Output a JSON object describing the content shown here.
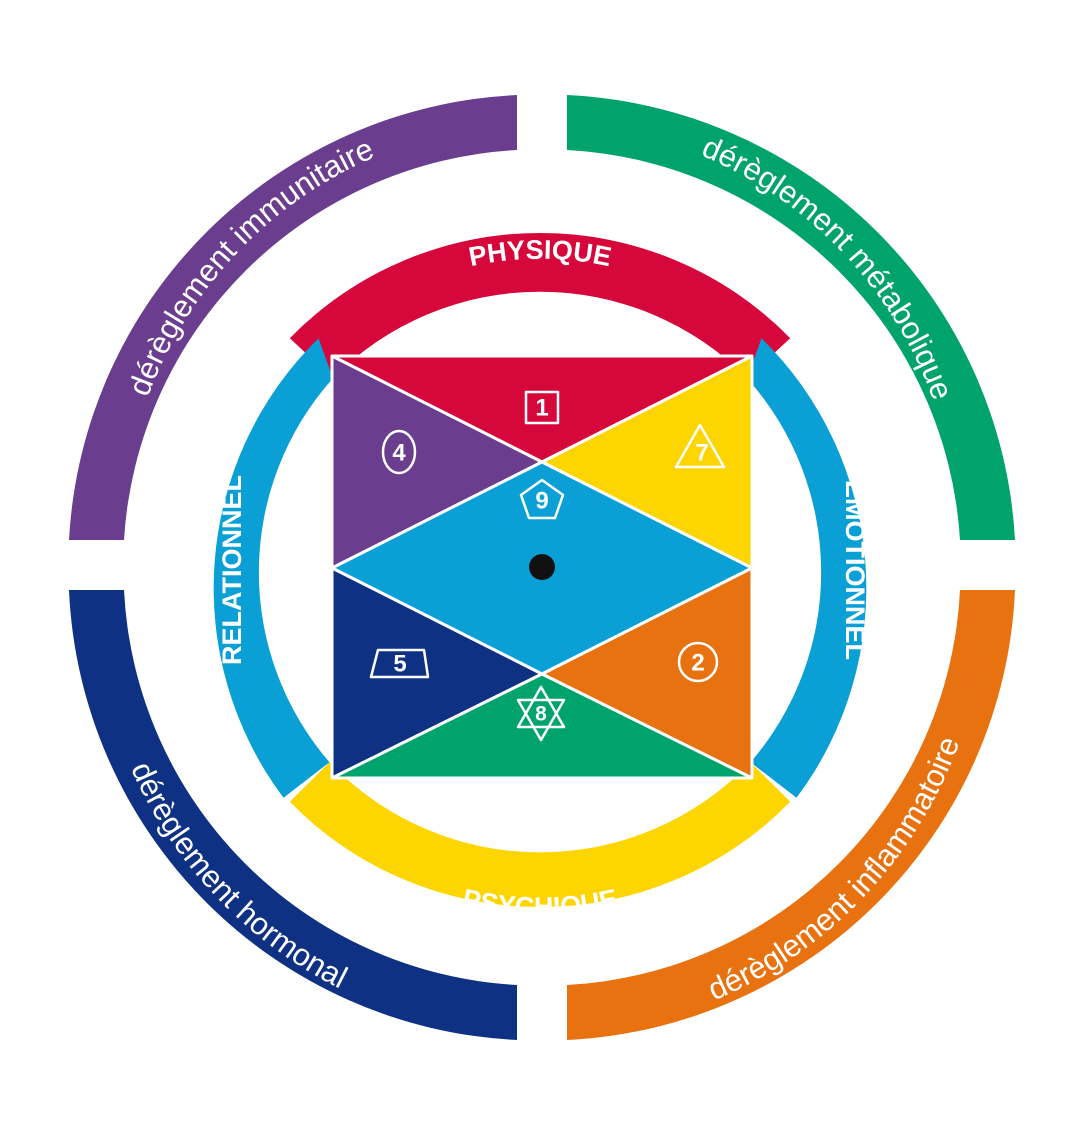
{
  "colors": {
    "purple": "#6a3d8f",
    "green": "#00a36c",
    "navy": "#0f3184",
    "orange": "#e8720f",
    "red": "#d6073a",
    "blue": "#0aa0d6",
    "yellow": "#fdd500",
    "center": "#111111"
  },
  "outer_ring": {
    "top_left": "dérèglement immunitaire",
    "top_right": "dérèglement métabolique",
    "bottom_left": "dérèglement hormonal",
    "bottom_right": "dérèglement inflammatoire"
  },
  "inner_ring": {
    "top": "PHYSIQUE",
    "right": "EMOTIONNEL",
    "bottom": "PSYCHIQUE",
    "left": "RELATIONNEL"
  },
  "square": {
    "n1": "1",
    "n2": "2",
    "n4": "4",
    "n5": "5",
    "n7": "7",
    "n8": "8",
    "n9": "9"
  }
}
